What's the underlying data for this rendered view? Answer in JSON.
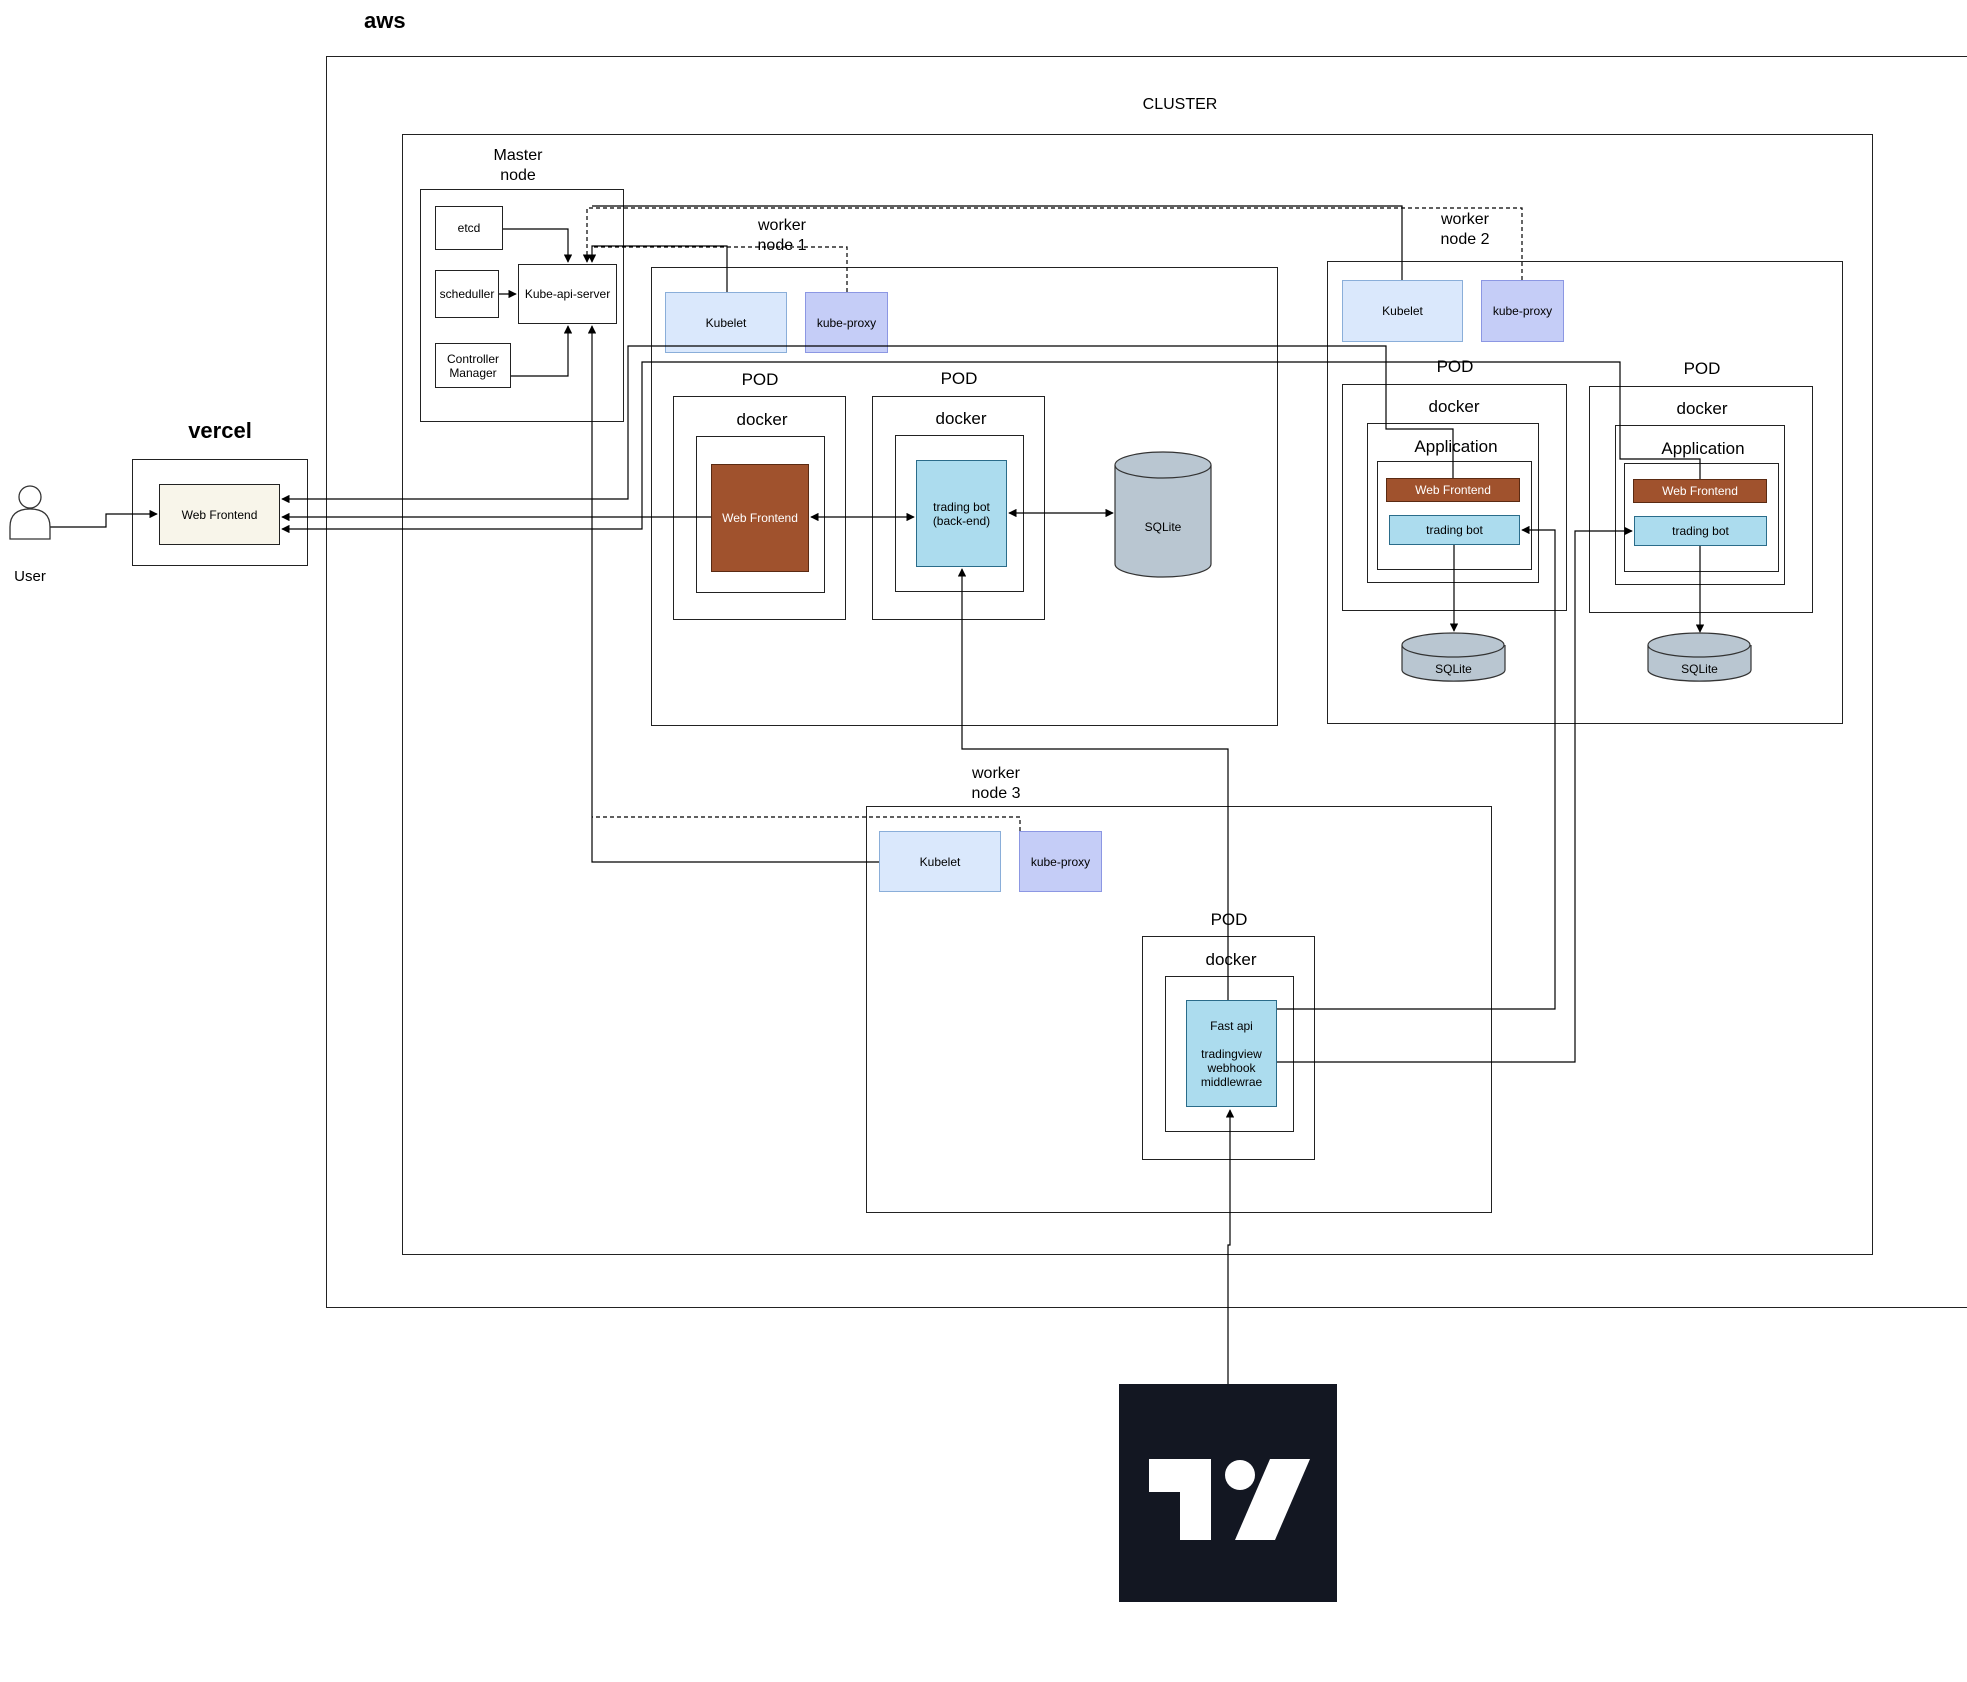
{
  "aws": {
    "title": "aws"
  },
  "vercel": {
    "title": "vercel",
    "web_frontend": "Web Frontend"
  },
  "user": {
    "label": "User"
  },
  "cluster": {
    "label": "CLUSTER"
  },
  "master": {
    "title": "Master\nnode",
    "etcd": "etcd",
    "scheduler": "scheduller",
    "controller": "Controller\nManager",
    "api_server": "Kube-api-server"
  },
  "worker1": {
    "title": "worker\nnode 1",
    "kubelet": "Kubelet",
    "kube_proxy": "kube-proxy",
    "pod1": {
      "pod": "POD",
      "docker": "docker",
      "app": "Web Frontend"
    },
    "pod2": {
      "pod": "POD",
      "docker": "docker",
      "app": "trading bot\n(back-end)"
    },
    "db": "SQLite"
  },
  "worker2": {
    "title": "worker\nnode 2",
    "kubelet": "Kubelet",
    "kube_proxy": "kube-proxy",
    "pods": [
      {
        "pod": "POD",
        "docker": "docker",
        "application": "Application",
        "frontend": "Web Frontend",
        "bot": "trading bot",
        "db": "SQLite"
      },
      {
        "pod": "POD",
        "docker": "docker",
        "application": "Application",
        "frontend": "Web Frontend",
        "bot": "trading bot",
        "db": "SQLite"
      }
    ]
  },
  "worker3": {
    "title": "worker\nnode 3",
    "kubelet": "Kubelet",
    "kube_proxy": "kube-proxy",
    "pod": "POD",
    "docker": "docker",
    "app": "Fast api\n\ntradingview\nwebhook\nmiddlewrae"
  },
  "logo": {
    "name": "tradingview-logo"
  },
  "colors": {
    "kubelet": "#dae8fc",
    "kube_proxy": "#c5cdf7",
    "cyan": "#acdcee",
    "brown": "#a0522d",
    "db": "#b9c6d1",
    "logo_bg": "#131722"
  }
}
